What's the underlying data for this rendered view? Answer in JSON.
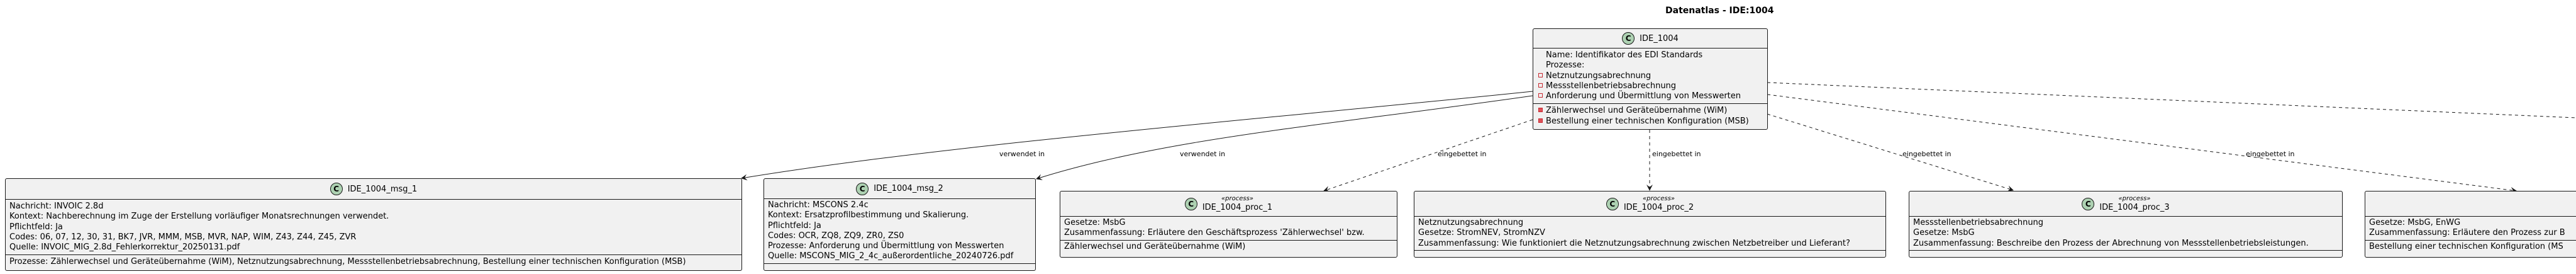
{
  "title": "Datenatlas - IDE:1004",
  "main": {
    "name": "IDE_1004",
    "fields": [
      "Name: Identifikator des EDI Standards",
      "Prozesse:"
    ],
    "private_fields": [
      "Netznutzungsabrechnung",
      "Messstellenbetriebsabrechnung",
      "Anforderung und Übermittlung von Messwerten"
    ],
    "methods": [
      "Zählerwechsel und Geräteübernahme (WiM)",
      "Bestellung einer technischen Konfiguration (MSB)"
    ]
  },
  "messages": [
    {
      "name": "IDE_1004_msg_1",
      "lines": [
        "Nachricht: INVOIC 2.8d",
        "Kontext: Nachberechnung im Zuge der Erstellung vorläufiger Monatsrechnungen verwendet.",
        "Pflichtfeld: Ja",
        "Codes: 06, 07, 12, 30, 31, BK7, JVR, MMM, MSB, MVR, NAP, WIM, Z43, Z44, Z45, ZVR",
        "Quelle: INVOIC_MIG_2.8d_Fehlerkorrektur_20250131.pdf"
      ],
      "footer": "Prozesse: Zählerwechsel und Geräteübernahme (WiM), Netznutzungsabrechnung, Messstellenbetriebsabrechnung, Bestellung einer technischen Konfiguration (MSB)"
    },
    {
      "name": "IDE_1004_msg_2",
      "lines": [
        "Nachricht: MSCONS 2.4c",
        "Kontext: Ersatzprofilbestimmung und Skalierung.",
        "Pflichtfeld: Ja",
        "Codes: OCR, ZQ8, ZQ9, ZR0, ZS0",
        "Prozesse: Anforderung und Übermittlung von Messwerten",
        "Quelle: MSCONS_MIG_2_4c_außerordentliche_20240726.pdf"
      ]
    }
  ],
  "processes": [
    {
      "stereotype": "«process»",
      "name": "IDE_1004_proc_1",
      "lines": [
        "Gesetze: MsbG",
        "Zusammenfassung: Erläutere den Geschäftsprozess 'Zählerwechsel' bzw."
      ],
      "footer": "Zählerwechsel und Geräteübernahme (WiM)"
    },
    {
      "stereotype": "«process»",
      "name": "IDE_1004_proc_2",
      "lines": [
        "Netznutzungsabrechnung",
        "Gesetze: StromNEV, StromNZV",
        "Zusammenfassung: Wie funktioniert die Netznutzungsabrechnung zwischen Netzbetreiber und Lieferant?"
      ]
    },
    {
      "stereotype": "«process»",
      "name": "IDE_1004_proc_3",
      "lines": [
        "Messstellenbetriebsabrechnung",
        "Gesetze: MsbG",
        "Zusammenfassung: Beschreibe den Prozess der Abrechnung von Messstellenbetriebsleistungen."
      ]
    },
    {
      "lines": [
        "Gesetze: MsbG, EnWG",
        "Zusammenfassung: Erläutere den Prozess zur B"
      ],
      "footer": "Bestellung einer technischen Konfiguration (MS"
    }
  ],
  "edges": [
    {
      "label": "verwendet in"
    },
    {
      "label": "verwendet in"
    },
    {
      "label": "eingebettet in"
    },
    {
      "label": "eingebettet in"
    },
    {
      "label": "eingebettet in"
    },
    {
      "label": "eingebettet in"
    }
  ],
  "colors": {
    "box_fill": "#F1F1F1",
    "border": "#181818",
    "class_icon": "#ADD1B2",
    "visibility": "#C82930"
  }
}
